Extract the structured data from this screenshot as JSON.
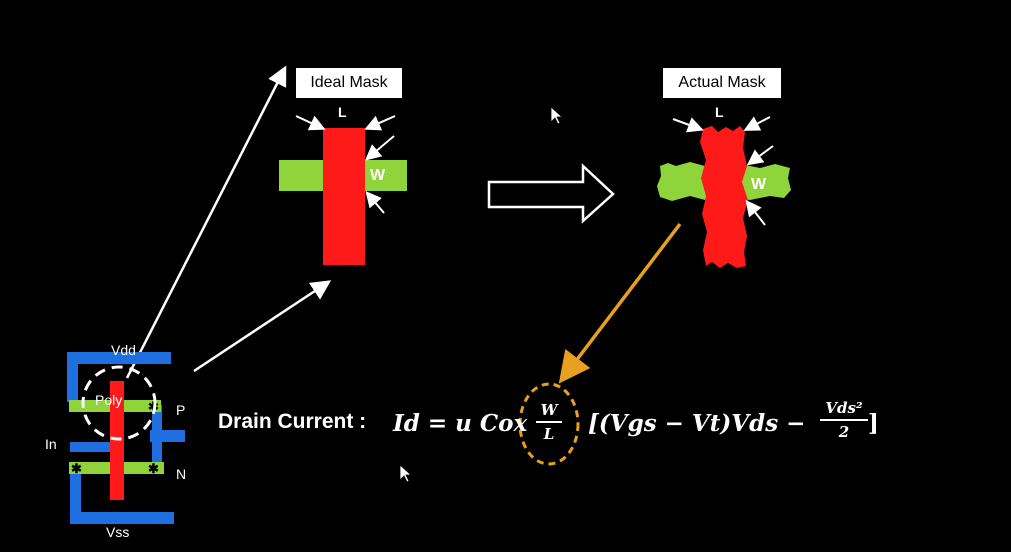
{
  "ideal_mask": {
    "title": "Ideal Mask",
    "L": "L",
    "W": "W"
  },
  "actual_mask": {
    "title": "Actual Mask",
    "L": "L",
    "W": "W"
  },
  "layout_labels": {
    "vdd": "Vdd",
    "vss": "Vss",
    "poly": "Poly",
    "in": "In",
    "p": "P",
    "n": "N"
  },
  "equation": {
    "lead": "Drain Current :",
    "lhs": "Id = u Cox",
    "frac_num": "W",
    "frac_den": "L",
    "rest": "[(Vgs  − Vt)Vds  −",
    "frac2_num": "Vds²",
    "frac2_den": "2",
    "close": "]"
  },
  "colors": {
    "poly": "#ff1a1a",
    "diffusion": "#8fd43a",
    "metal": "#1f6fe0",
    "highlight": "#e8a020",
    "background": "#000000"
  }
}
